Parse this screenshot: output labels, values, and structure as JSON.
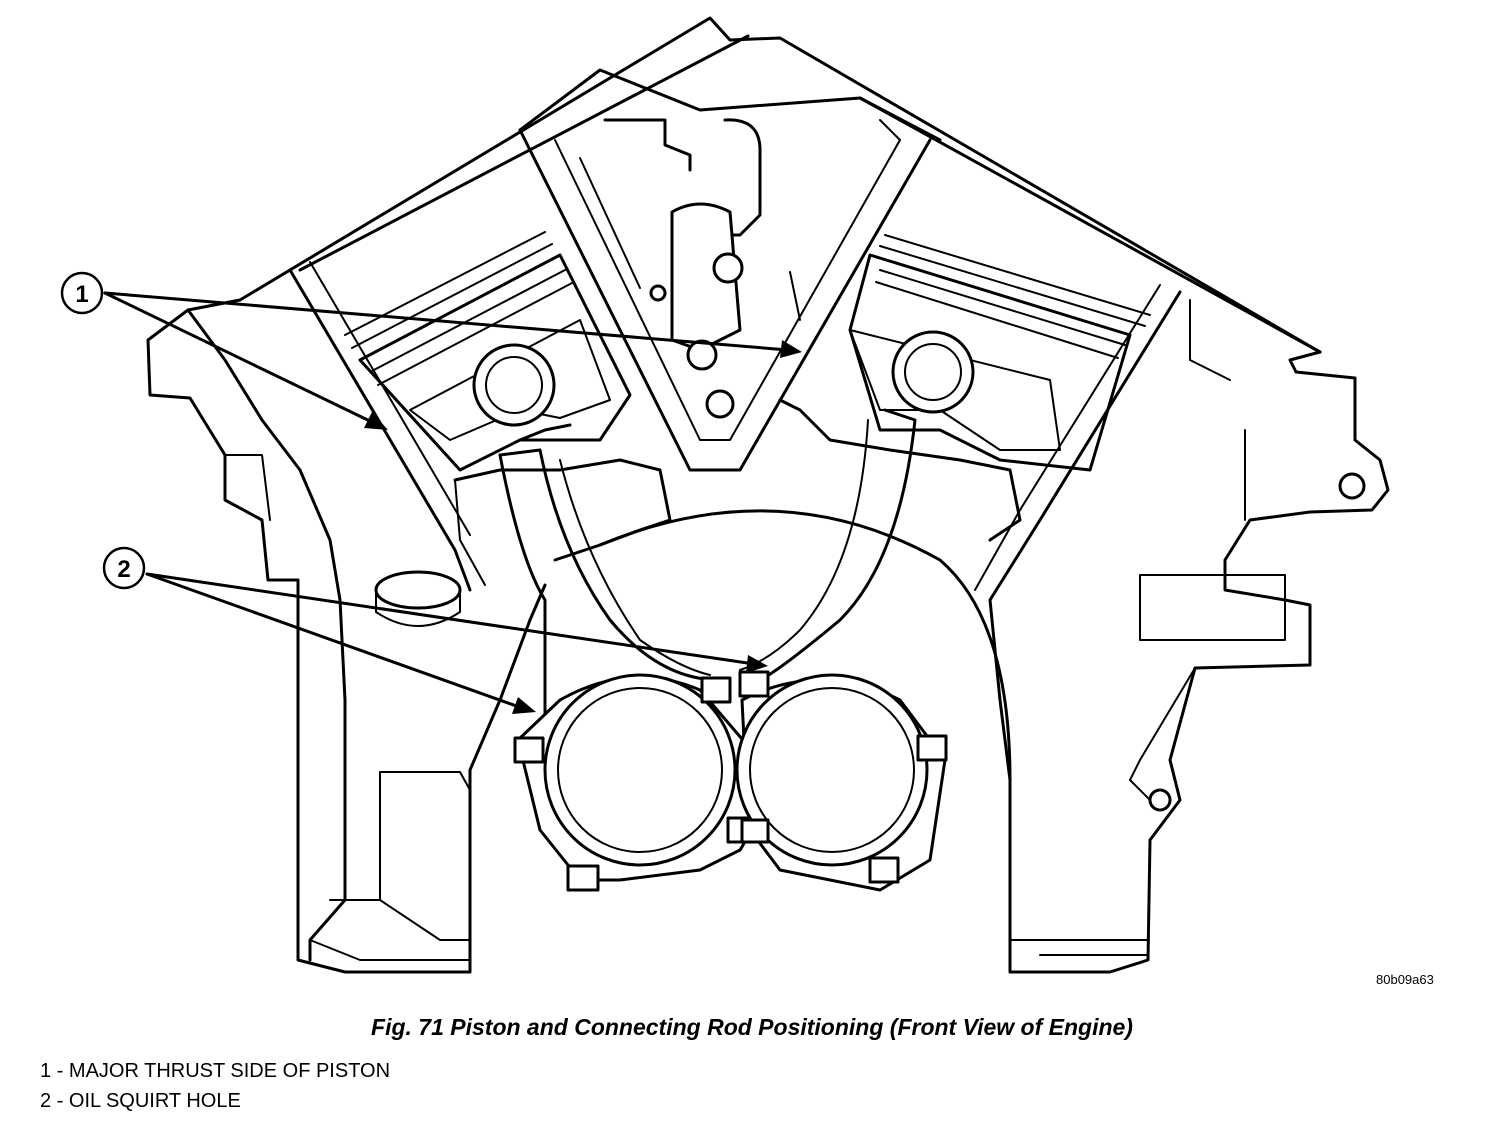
{
  "figure": {
    "caption": "Fig. 71 Piston and Connecting Rod Positioning (Front View of Engine)",
    "figure_id": "80b09a63"
  },
  "callouts": [
    {
      "number": "1"
    },
    {
      "number": "2"
    }
  ],
  "legend": [
    {
      "number": "1",
      "text": "MAJOR THRUST SIDE OF PISTON"
    },
    {
      "number": "2",
      "text": "OIL SQUIRT HOLE"
    }
  ]
}
